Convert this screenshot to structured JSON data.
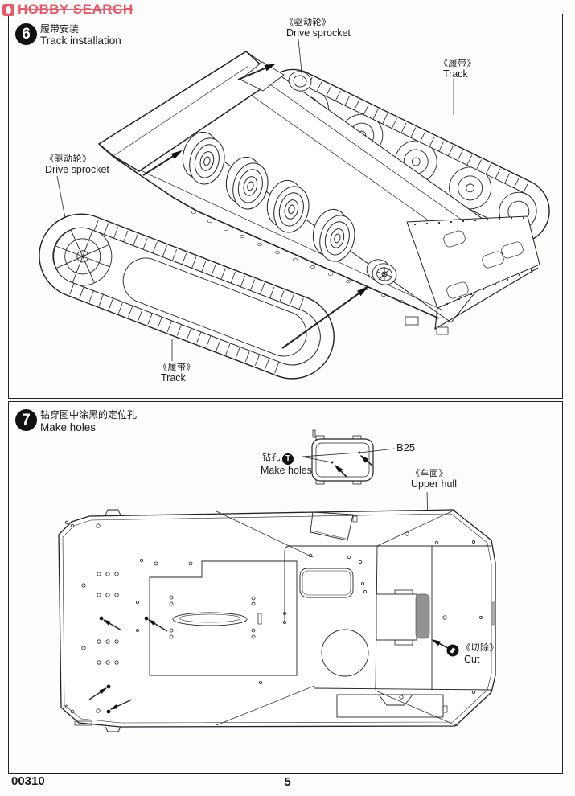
{
  "watermark": {
    "text": "HOBBY SEARCH",
    "color": "#ee5566"
  },
  "steps": {
    "step6": {
      "number": "6",
      "title_cn": "履带安装",
      "title_en": "Track installation",
      "labels": {
        "drive_sprocket_cn": "《驱动轮》",
        "drive_sprocket_en": "Drive sprocket",
        "track_cn": "《履带》",
        "track_en": "Track"
      }
    },
    "step7": {
      "number": "7",
      "title_cn": "钻穿图中涂黑的定位孔",
      "title_en": "Make holes",
      "labels": {
        "part_code": "B25",
        "drill_cn": "钻孔",
        "drill_glyph": "T",
        "drill_en": "Make holes",
        "upper_hull_cn": "《车面》",
        "upper_hull_en": "Upper hull",
        "cut_cn": "《切除》",
        "cut_en": "Cut"
      }
    }
  },
  "footer": {
    "kit_number": "00310",
    "page_number": "5"
  },
  "colors": {
    "watermark_red": "#ee5566",
    "line": "#222222",
    "cut_part_gray": "#949494"
  }
}
